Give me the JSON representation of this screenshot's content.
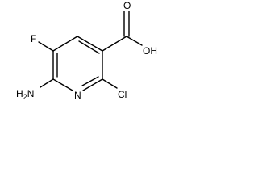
{
  "structure": {
    "atom_labels": {
      "fluorine": "F",
      "hydroxyl": "OH",
      "carbonyl_oxygen": "O",
      "ring_nitrogen": "N",
      "chlorine": "Cl",
      "amino": "NH2",
      "amino_prefix": "H",
      "amino_sub": "2",
      "amino_suffix": "N"
    },
    "colors": {
      "bond": "#000000",
      "text": "#000000",
      "background": "#ffffff"
    }
  }
}
